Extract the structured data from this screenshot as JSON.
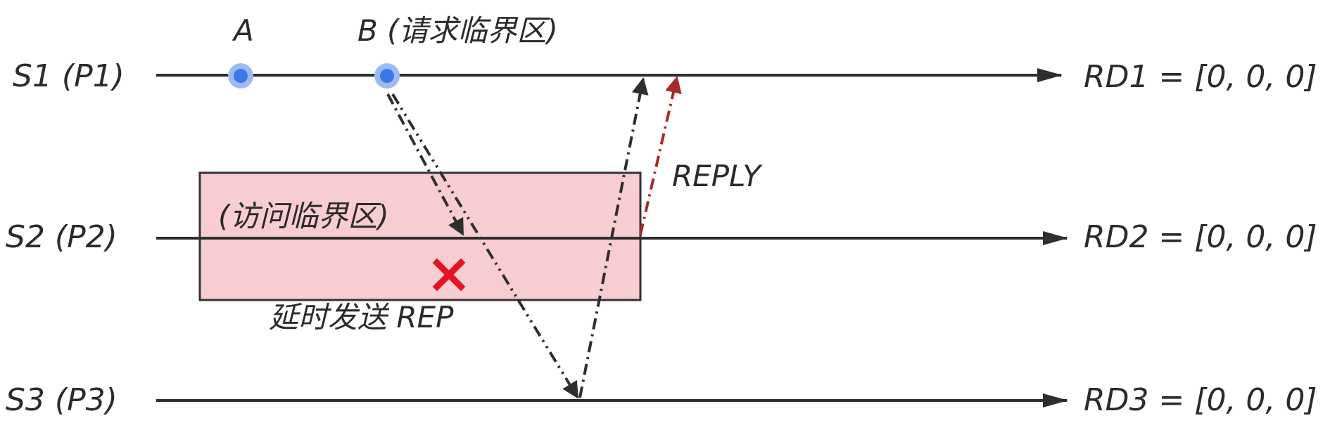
{
  "processes": [
    {
      "name": "S1 (P1)",
      "vector": "RD1 = [0, 0, 0]"
    },
    {
      "name": "S2 (P2)",
      "vector": "RD2 = [0, 0, 0]"
    },
    {
      "name": "S3 (P3)",
      "vector": "RD3 = [0, 0, 0]"
    }
  ],
  "events": {
    "a": "A",
    "b": "B (请求临界区)"
  },
  "notes": {
    "critical_section": "(访问临界区)",
    "deferred": "延时发送 REP",
    "reply": "REPLY"
  },
  "colors": {
    "line": "#2e2e2e",
    "text": "#2b2b2b",
    "event_fill": "#3b78e7",
    "event_halo": "#9dbbf2",
    "critical_fill": "#f7cdd2",
    "critical_stroke": "#333333",
    "reply_arrow": "#a72b2b",
    "cross": "#e3141f"
  },
  "icons": {
    "cross": "cross-mark-icon"
  }
}
